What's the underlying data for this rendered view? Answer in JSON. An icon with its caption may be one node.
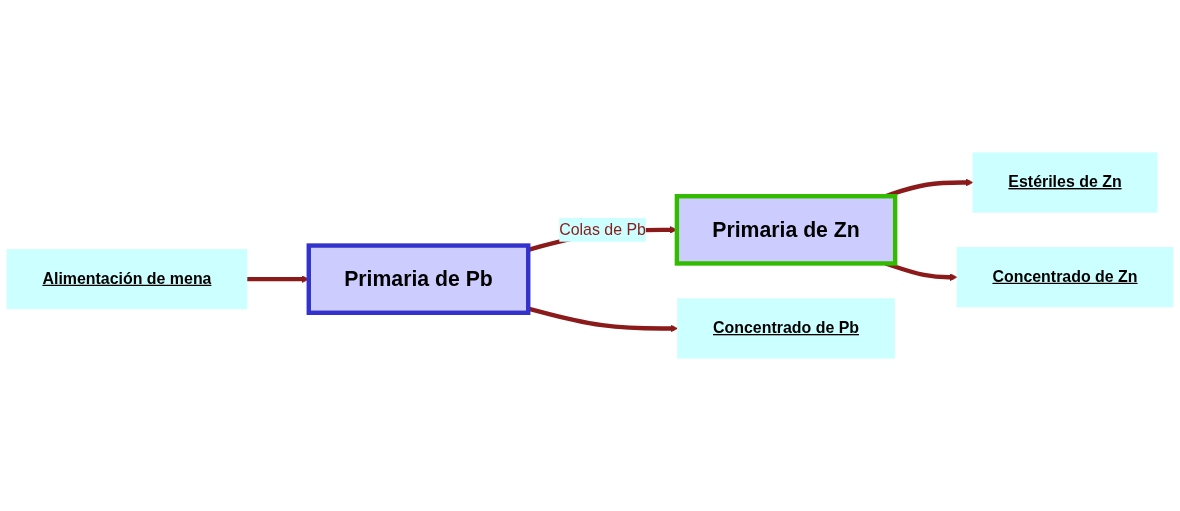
{
  "diagram": {
    "nodes": [
      {
        "text": [
          "Alimentación de mena"
        ]
      },
      {
        "text": [
          "Primaria de Pb"
        ]
      },
      {
        "text": [
          "Primaria de Zn"
        ]
      },
      {
        "text": [
          "Estériles de Zn"
        ]
      },
      {
        "text": [
          "Concentrado de Pb"
        ]
      },
      {
        "text": [
          "Concentrado de Zn"
        ]
      }
    ],
    "edges": [
      {
        "from": 0,
        "to": 1,
        "arrow": "to"
      },
      {
        "from": 1,
        "to": 2,
        "arrow": "to",
        "label": "Colas de Pb"
      },
      {
        "from": 2,
        "to": 3,
        "arrow": "to"
      },
      {
        "from": 1,
        "to": 4,
        "arrow": "to"
      },
      {
        "from": 2,
        "to": 5,
        "arrow": "to"
      }
    ]
  }
}
